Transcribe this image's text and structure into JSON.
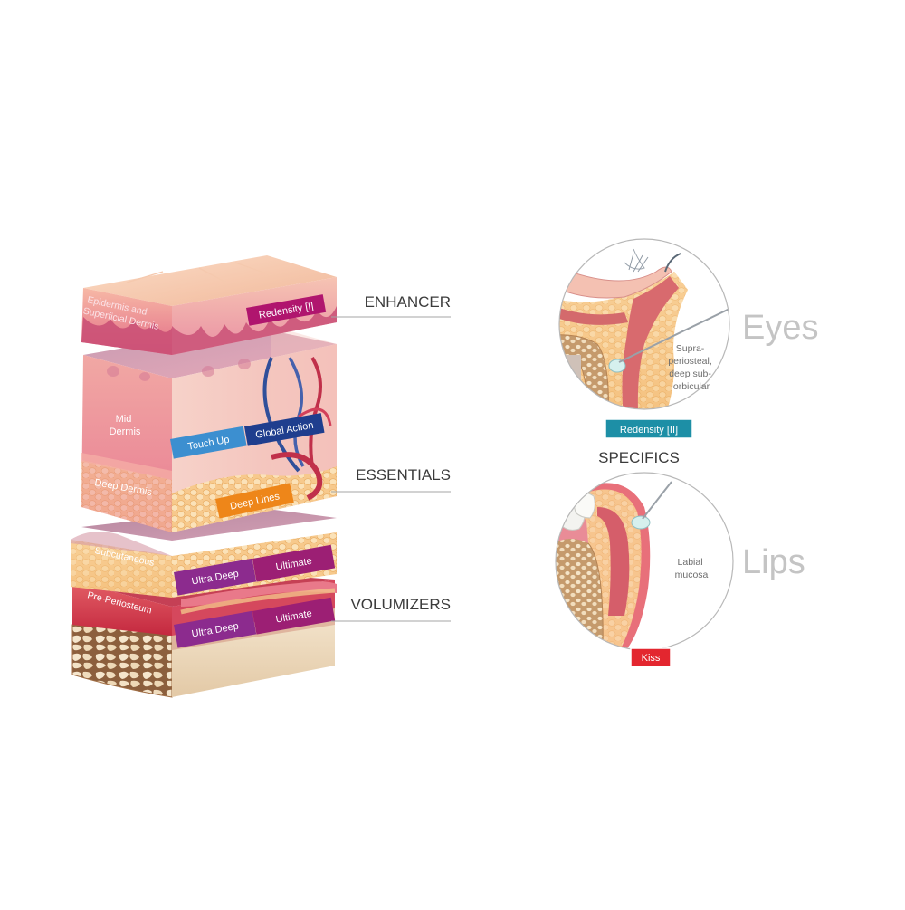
{
  "skin_layers": {
    "epidermis": "Epidermis and Superficial Dermis",
    "epidermis_line1": "Epidermis and",
    "epidermis_line2": "Superficial Dermis",
    "mid_dermis_line1": "Mid",
    "mid_dermis_line2": "Dermis",
    "deep_dermis": "Deep Dermis",
    "subcutaneous": "Subcutaneous",
    "pre_periosteum": "Pre-Periosteum"
  },
  "products": {
    "redensity_1": "Redensity [I]",
    "touch_up": "Touch Up",
    "global_action": "Global Action",
    "deep_lines": "Deep Lines",
    "ultra_deep_sub": "Ultra Deep",
    "ultimate_sub": "Ultimate",
    "ultra_deep_pre": "Ultra Deep",
    "ultimate_pre": "Ultimate",
    "redensity_2": "Redensity [II]",
    "kiss": "Kiss"
  },
  "categories": {
    "enhancer": "ENHANCER",
    "essentials": "ESSENTIALS",
    "volumizers": "VOLUMIZERS",
    "specifics": "SPECIFICS"
  },
  "specifics": {
    "eyes_title": "Eyes",
    "eyes_desc_1": "Supra-",
    "eyes_desc_2": "periosteal,",
    "eyes_desc_3": "deep sub-",
    "eyes_desc_4": "orbicular",
    "lips_title": "Lips",
    "lips_desc_1": "Labial",
    "lips_desc_2": "mucosa"
  },
  "colors": {
    "magenta": "#b0156e",
    "touch_up_blue": "#3c8fd0",
    "navy": "#1f3e8e",
    "orange": "#ee8619",
    "purple": "#8c2b8e",
    "teal": "#1d8fa6",
    "kiss_red": "#e3262f",
    "category_text": "#3b3b3b",
    "light_gray_title": "#c4c4c4"
  }
}
